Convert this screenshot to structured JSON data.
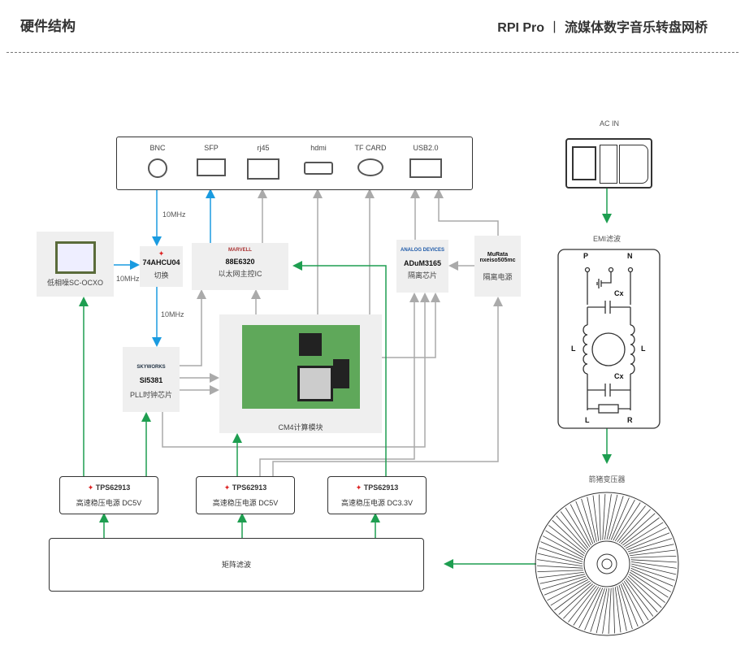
{
  "header": {
    "title": "硬件结构",
    "brand": "RPI Pro",
    "separator": "丨",
    "subtitle": "流媒体数字音乐转盘网桥"
  },
  "ports": [
    "BNC",
    "SFP",
    "rj45",
    "hdmi",
    "TF CARD",
    "USB2.0"
  ],
  "ocxo": {
    "label": "低相噪SC-OCXO"
  },
  "switch": {
    "chip": "74AHCU04",
    "label": "切换"
  },
  "ethernet": {
    "logo": "MARVELL",
    "chip": "88E6320",
    "label": "以太网主控IC"
  },
  "isolator": {
    "logo": "ANALOG DEVICES",
    "chip": "ADuM3165",
    "label": "隔离芯片"
  },
  "iso_power": {
    "brand": "MuRata",
    "chip": "nxeiso505mc",
    "label": "隔离电源"
  },
  "pll": {
    "logo": "SKYWORKS",
    "chip": "SI5381",
    "label": "PLL时钟芯片"
  },
  "cm4": {
    "label": "CM4计算模块"
  },
  "freq": [
    "10MHz",
    "10MHz",
    "10MHz"
  ],
  "regulators": [
    {
      "chip": "TPS62913",
      "label": "高速稳压电源 DC5V"
    },
    {
      "chip": "TPS62913",
      "label": "高速稳压电源 DC5V"
    },
    {
      "chip": "TPS62913",
      "label": "高速稳压电源 DC3.3V"
    }
  ],
  "matrix": {
    "label": "矩阵滤波"
  },
  "ac": {
    "label": "AC IN"
  },
  "emi": {
    "label": "EMI滤波",
    "nodes": [
      "P",
      "N",
      "Cx",
      "Cx",
      "L",
      "L",
      "L",
      "R"
    ]
  },
  "transformer": {
    "label": "箭猪变压器"
  },
  "colors": {
    "blue": "#1a9be0",
    "green": "#1e9e50",
    "gray": "#aaaaaa",
    "ti_red": "#d22222"
  }
}
